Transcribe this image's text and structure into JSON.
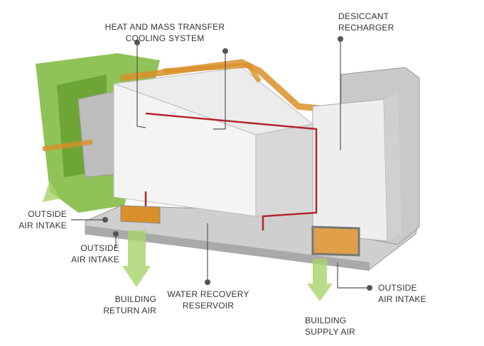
{
  "labels": {
    "heat_mass": {
      "line1": "HEAT AND MASS TRANSFER",
      "line2": "COOLING SYSTEM"
    },
    "desiccant": {
      "line1": "DESICCANT",
      "line2": "RECHARGER"
    },
    "outside_left": {
      "line1": "OUTSIDE",
      "line2": "AIR INTAKE"
    },
    "outside_mid": {
      "line1": "OUTSIDE",
      "line2": "AIR INTAKE"
    },
    "return_air": {
      "line1": "BUILDING",
      "line2": "RETURN AIR"
    },
    "reservoir": {
      "line1": "WATER RECOVERY",
      "line2": "RESERVOIR"
    },
    "supply_air": {
      "line1": "BUILDING",
      "line2": "SUPPLY AIR"
    },
    "outside_right": {
      "line1": "OUTSIDE",
      "line2": "AIR INTAKE"
    }
  },
  "colors": {
    "green": "#6fae2e",
    "orange": "#d9902a",
    "red": "#b3262b",
    "leader": "#555555"
  }
}
